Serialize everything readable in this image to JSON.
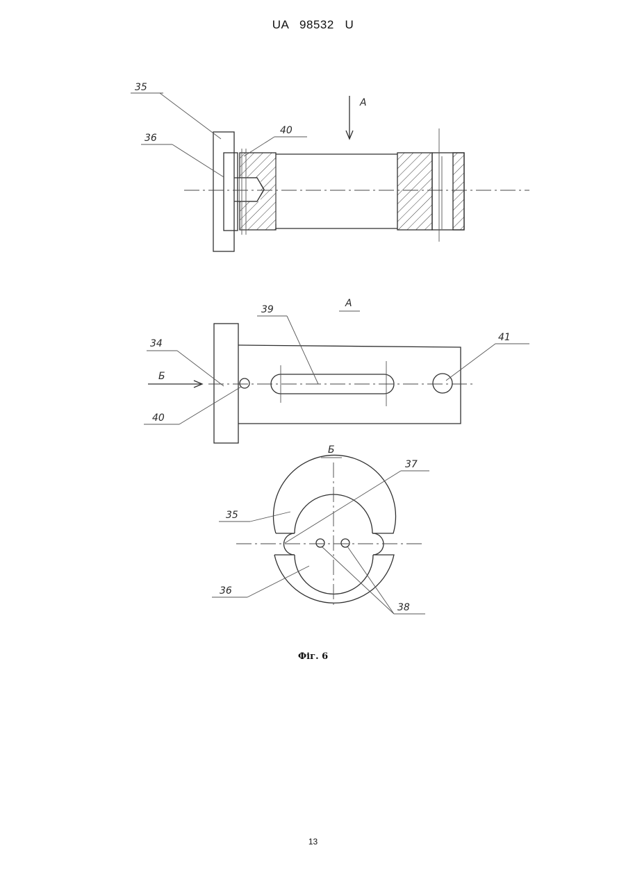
{
  "document": {
    "patent_id": "UA   98532   U",
    "caption": "Фіг. 6",
    "page_number": "13"
  },
  "drawing": {
    "view_a_label": "А",
    "view_b_label": "Б",
    "arrow_a_label": "А",
    "arrow_b_label": "Б",
    "callouts": {
      "c34": "34",
      "c35_top": "35",
      "c35_bottom": "35",
      "c36_top": "36",
      "c36_bottom": "36",
      "c37": "37",
      "c38": "38",
      "c39": "39",
      "c40_top": "40",
      "c40_mid": "40",
      "c41": "41"
    }
  }
}
